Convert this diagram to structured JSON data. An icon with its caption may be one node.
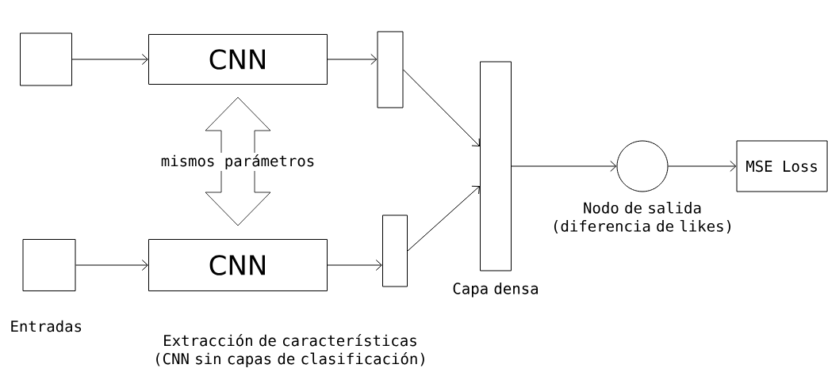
{
  "diagram": {
    "nodes": [
      {
        "text": [],
        "shape": "box"
      },
      {
        "text": [
          "CNN"
        ]
      },
      {
        "text": [],
        "shape": "bar"
      },
      {
        "text": [],
        "shape": "box"
      },
      {
        "text": [
          "CNN"
        ]
      },
      {
        "text": [],
        "shape": "bar"
      },
      {
        "text": [],
        "shape": "bar",
        "beside": [
          "Capa densa"
        ]
      },
      {
        "text": [],
        "shape": "circle",
        "beside": [
          "Nodo de salida (diferencia de likes)"
        ]
      },
      {
        "text": [
          "MSE Loss"
        ]
      }
    ],
    "edges": [
      {
        "from": 0,
        "to": 1,
        "arrow": "to"
      },
      {
        "from": 1,
        "to": 2,
        "arrow": "to"
      },
      {
        "from": 3,
        "to": 4,
        "arrow": "to"
      },
      {
        "from": 4,
        "to": 5,
        "arrow": "to"
      },
      {
        "from": 2,
        "to": 6,
        "arrow": "to"
      },
      {
        "from": 5,
        "to": 6,
        "arrow": "to"
      },
      {
        "from": 6,
        "to": 7,
        "arrow": "to"
      },
      {
        "from": 7,
        "to": 8,
        "arrow": "to"
      },
      {
        "from": 1,
        "to": 4,
        "arrow": "both",
        "label": "mismos parámetros",
        "style": "thick"
      }
    ],
    "labels": [
      "Entradas",
      "Extracción de características (CNN sin capas de clasificación)"
    ]
  }
}
